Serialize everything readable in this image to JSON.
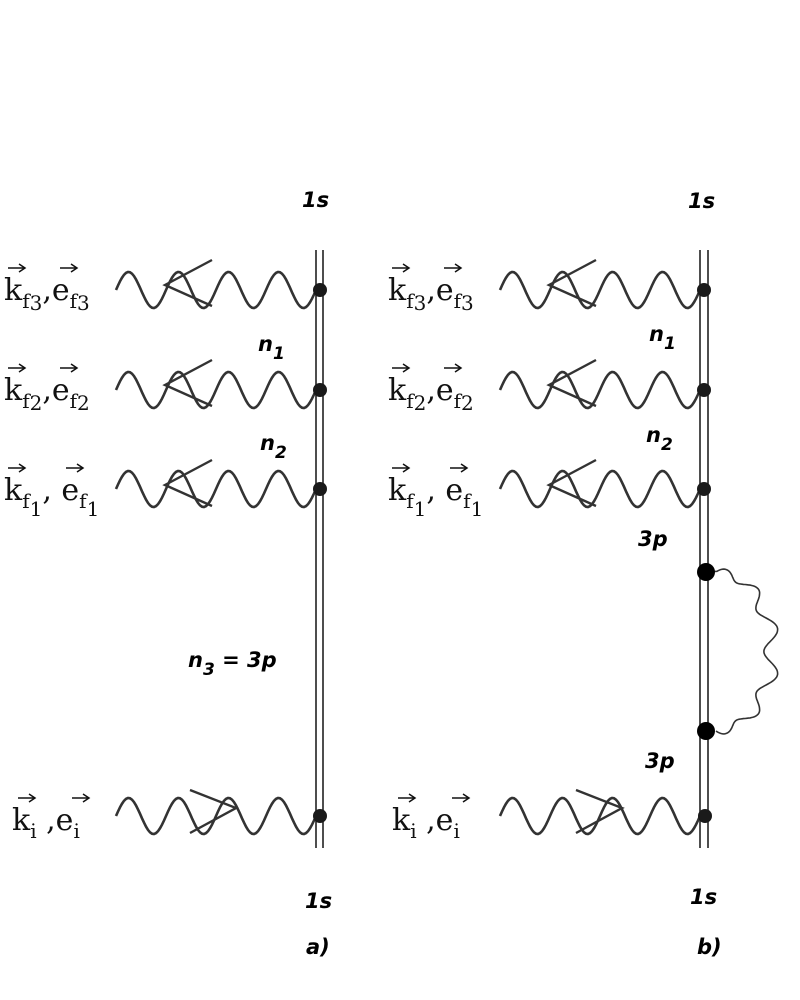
{
  "diagram_a": {
    "top_state": "1s",
    "bottom_state": "1s",
    "caption": "a)",
    "photons": [
      {
        "k": "k",
        "ksub": "f",
        "kidx": "3",
        "e": "e",
        "esub": "f",
        "eidx": "3",
        "sep": ","
      },
      {
        "k": "k",
        "ksub": "f",
        "kidx": "2",
        "e": "e",
        "esub": "f",
        "eidx": "2",
        "sep": ","
      },
      {
        "k": "k",
        "ksub": "f",
        "kidx": "1",
        "e": "e",
        "esub": "f",
        "eidx": "1",
        "sep": ", "
      }
    ],
    "incoming": {
      "k": "k",
      "ksub": "i",
      "e": "e",
      "esub": "i",
      "sep": " ,"
    },
    "states": [
      {
        "main": "n",
        "sub": "1"
      },
      {
        "main": "n",
        "sub": "2"
      },
      {
        "main": "n",
        "sub": "3",
        "suffix": " = 3p"
      }
    ]
  },
  "diagram_b": {
    "top_state": "1s",
    "bottom_state": "1s",
    "caption": "b)",
    "photons": [
      {
        "k": "k",
        "ksub": "f",
        "kidx": "3",
        "e": "e",
        "esub": "f",
        "eidx": "3",
        "sep": ","
      },
      {
        "k": "k",
        "ksub": "f",
        "kidx": "2",
        "e": "e",
        "esub": "f",
        "eidx": "2",
        "sep": ","
      },
      {
        "k": "k",
        "ksub": "f",
        "kidx": "1",
        "e": "e",
        "esub": "f",
        "eidx": "1",
        "sep": ", "
      }
    ],
    "incoming": {
      "k": "k",
      "ksub": "i",
      "e": "e",
      "esub": "i",
      "sep": " ,"
    },
    "states": [
      {
        "main": "n",
        "sub": "1"
      },
      {
        "main": "n",
        "sub": "2"
      }
    ],
    "state_3p_upper": "3p",
    "state_3p_lower": "3p"
  },
  "colors": {
    "ink": "#222222",
    "background": "#ffffff"
  }
}
